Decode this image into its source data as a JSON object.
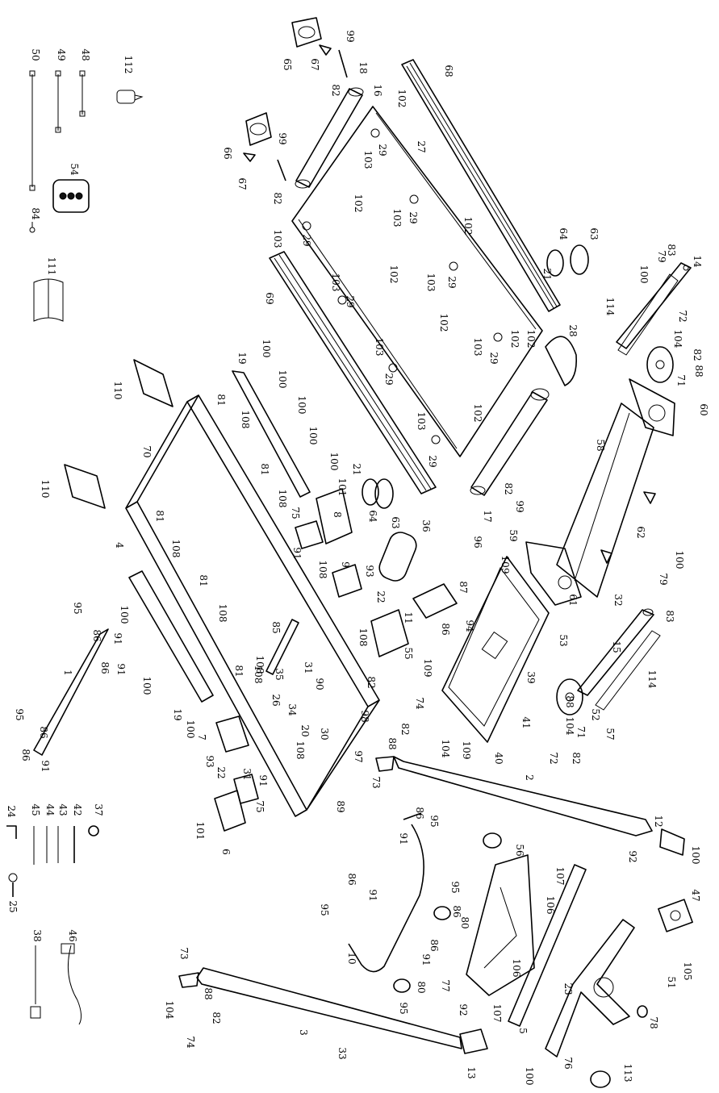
{
  "diagram": {
    "labels": [
      {
        "id": "p50",
        "text": "50"
      },
      {
        "id": "p49",
        "text": "49"
      },
      {
        "id": "p48",
        "text": "48"
      },
      {
        "id": "p112",
        "text": "112"
      },
      {
        "id": "p54",
        "text": "54"
      },
      {
        "id": "p84",
        "text": "84"
      },
      {
        "id": "p111",
        "text": "111"
      },
      {
        "id": "p65",
        "text": "65"
      },
      {
        "id": "p67a",
        "text": "67"
      },
      {
        "id": "p99a",
        "text": "99"
      },
      {
        "id": "p82a",
        "text": "82"
      },
      {
        "id": "p18",
        "text": "18"
      },
      {
        "id": "p66",
        "text": "66"
      },
      {
        "id": "p67b",
        "text": "67"
      },
      {
        "id": "p99b",
        "text": "99"
      },
      {
        "id": "p82b",
        "text": "82"
      },
      {
        "id": "p68",
        "text": "68"
      },
      {
        "id": "p16",
        "text": "16"
      },
      {
        "id": "p102a",
        "text": "102"
      },
      {
        "id": "p29a",
        "text": "29"
      },
      {
        "id": "p103a",
        "text": "103"
      },
      {
        "id": "p27",
        "text": "27"
      },
      {
        "id": "p102b",
        "text": "102"
      },
      {
        "id": "p29b",
        "text": "29"
      },
      {
        "id": "p103b",
        "text": "103"
      },
      {
        "id": "p102c",
        "text": "102"
      },
      {
        "id": "p103c",
        "text": "103"
      },
      {
        "id": "p29c",
        "text": "29"
      },
      {
        "id": "p102d",
        "text": "102"
      },
      {
        "id": "p103d",
        "text": "103"
      },
      {
        "id": "p29d",
        "text": "29"
      },
      {
        "id": "p69",
        "text": "69"
      },
      {
        "id": "p103e",
        "text": "103"
      },
      {
        "id": "p29e",
        "text": "29"
      },
      {
        "id": "p102e",
        "text": "102"
      },
      {
        "id": "p103f",
        "text": "103"
      },
      {
        "id": "p29f",
        "text": "29"
      },
      {
        "id": "p102f",
        "text": "102"
      },
      {
        "id": "p103g",
        "text": "103"
      },
      {
        "id": "p29g",
        "text": "29"
      },
      {
        "id": "p102g",
        "text": "102"
      },
      {
        "id": "p103h",
        "text": "103"
      },
      {
        "id": "p29h",
        "text": "29"
      },
      {
        "id": "p102h",
        "text": "102"
      },
      {
        "id": "p64a",
        "text": "64"
      },
      {
        "id": "p63a",
        "text": "63"
      },
      {
        "id": "p21a",
        "text": "21"
      },
      {
        "id": "p28",
        "text": "28"
      },
      {
        "id": "p83a",
        "text": "83"
      },
      {
        "id": "p79a",
        "text": "79"
      },
      {
        "id": "p100a",
        "text": "100"
      },
      {
        "id": "p14",
        "text": "14"
      },
      {
        "id": "p114a",
        "text": "114"
      },
      {
        "id": "p72a",
        "text": "72"
      },
      {
        "id": "p104a",
        "text": "104"
      },
      {
        "id": "p82c",
        "text": "82"
      },
      {
        "id": "p88a",
        "text": "88"
      },
      {
        "id": "p71a",
        "text": "71"
      },
      {
        "id": "p60",
        "text": "60"
      },
      {
        "id": "p58",
        "text": "58"
      },
      {
        "id": "p17",
        "text": "17"
      },
      {
        "id": "p82d",
        "text": "82"
      },
      {
        "id": "p99c",
        "text": "99"
      },
      {
        "id": "p62",
        "text": "62"
      },
      {
        "id": "p100b",
        "text": "100"
      },
      {
        "id": "p79b",
        "text": "79"
      },
      {
        "id": "p83b",
        "text": "83"
      },
      {
        "id": "p61",
        "text": "61"
      },
      {
        "id": "p32",
        "text": "32"
      },
      {
        "id": "p15",
        "text": "15"
      },
      {
        "id": "p114b",
        "text": "114"
      },
      {
        "id": "p36",
        "text": "36"
      },
      {
        "id": "p96",
        "text": "96"
      },
      {
        "id": "p109a",
        "text": "109"
      },
      {
        "id": "p59",
        "text": "59"
      },
      {
        "id": "p87",
        "text": "87"
      },
      {
        "id": "p86a",
        "text": "86"
      },
      {
        "id": "p94",
        "text": "94"
      },
      {
        "id": "p11",
        "text": "11"
      },
      {
        "id": "p53",
        "text": "53"
      },
      {
        "id": "p39",
        "text": "39"
      },
      {
        "id": "p88b",
        "text": "88"
      },
      {
        "id": "p52",
        "text": "52"
      },
      {
        "id": "p104b",
        "text": "104"
      },
      {
        "id": "p71b",
        "text": "71"
      },
      {
        "id": "p57",
        "text": "57"
      },
      {
        "id": "p41",
        "text": "41"
      },
      {
        "id": "p72b",
        "text": "72"
      },
      {
        "id": "p82e",
        "text": "82"
      },
      {
        "id": "p109b",
        "text": "109"
      },
      {
        "id": "p74a",
        "text": "74"
      },
      {
        "id": "p40",
        "text": "40"
      },
      {
        "id": "p109c",
        "text": "109"
      },
      {
        "id": "p104c",
        "text": "104"
      },
      {
        "id": "p82f",
        "text": "82"
      },
      {
        "id": "p88c",
        "text": "88"
      },
      {
        "id": "p73a",
        "text": "73"
      },
      {
        "id": "p110a",
        "text": "110"
      },
      {
        "id": "p70",
        "text": "70"
      },
      {
        "id": "p110b",
        "text": "110"
      },
      {
        "id": "p19a",
        "text": "19"
      },
      {
        "id": "p100c",
        "text": "100"
      },
      {
        "id": "p100d",
        "text": "100"
      },
      {
        "id": "p100e",
        "text": "100"
      },
      {
        "id": "p100f",
        "text": "100"
      },
      {
        "id": "p100g",
        "text": "100"
      },
      {
        "id": "p81a",
        "text": "81"
      },
      {
        "id": "p108a",
        "text": "108"
      },
      {
        "id": "p81b",
        "text": "81"
      },
      {
        "id": "p108b",
        "text": "108"
      },
      {
        "id": "p81c",
        "text": "81"
      },
      {
        "id": "p108c",
        "text": "108"
      },
      {
        "id": "p81d",
        "text": "81"
      },
      {
        "id": "p108d",
        "text": "108"
      },
      {
        "id": "p81e",
        "text": "81"
      },
      {
        "id": "p108e",
        "text": "108"
      },
      {
        "id": "p4",
        "text": "4"
      },
      {
        "id": "p21b",
        "text": "21"
      },
      {
        "id": "p101a",
        "text": "101"
      },
      {
        "id": "p8",
        "text": "8"
      },
      {
        "id": "p64b",
        "text": "64"
      },
      {
        "id": "p63b",
        "text": "63"
      },
      {
        "id": "p75a",
        "text": "75"
      },
      {
        "id": "p91a",
        "text": "91"
      },
      {
        "id": "p108f",
        "text": "108"
      },
      {
        "id": "p9a",
        "text": "9"
      },
      {
        "id": "p93a",
        "text": "93"
      },
      {
        "id": "p22a",
        "text": "22"
      },
      {
        "id": "p55",
        "text": "55"
      },
      {
        "id": "p108g",
        "text": "108"
      },
      {
        "id": "p85",
        "text": "85"
      },
      {
        "id": "p31a",
        "text": "31"
      },
      {
        "id": "p35",
        "text": "35"
      },
      {
        "id": "p108h",
        "text": "108"
      },
      {
        "id": "p26",
        "text": "26"
      },
      {
        "id": "p34",
        "text": "34"
      },
      {
        "id": "p90",
        "text": "90"
      },
      {
        "id": "p20",
        "text": "20"
      },
      {
        "id": "p30",
        "text": "30"
      },
      {
        "id": "p82g",
        "text": "82"
      },
      {
        "id": "p98",
        "text": "98"
      },
      {
        "id": "p97",
        "text": "97"
      },
      {
        "id": "p89",
        "text": "89"
      },
      {
        "id": "p108i",
        "text": "108"
      },
      {
        "id": "p95a",
        "text": "95"
      },
      {
        "id": "p100h",
        "text": "100"
      },
      {
        "id": "p86b",
        "text": "86"
      },
      {
        "id": "p91b",
        "text": "91"
      },
      {
        "id": "p86c",
        "text": "86"
      },
      {
        "id": "p91c",
        "text": "91"
      },
      {
        "id": "p1",
        "text": "1"
      },
      {
        "id": "p100i",
        "text": "100"
      },
      {
        "id": "p19b",
        "text": "19"
      },
      {
        "id": "p100j",
        "text": "100"
      },
      {
        "id": "p95b",
        "text": "95"
      },
      {
        "id": "p86d",
        "text": "86"
      },
      {
        "id": "p91d",
        "text": "91"
      },
      {
        "id": "p86e",
        "text": "86"
      },
      {
        "id": "p7",
        "text": "7"
      },
      {
        "id": "p93b",
        "text": "93"
      },
      {
        "id": "p22b",
        "text": "22"
      },
      {
        "id": "p31b",
        "text": "31"
      },
      {
        "id": "p91e",
        "text": "91"
      },
      {
        "id": "p75b",
        "text": "75"
      },
      {
        "id": "p101b",
        "text": "101"
      },
      {
        "id": "p6",
        "text": "6"
      },
      {
        "id": "p37",
        "text": "37"
      },
      {
        "id": "p42",
        "text": "42"
      },
      {
        "id": "p43",
        "text": "43"
      },
      {
        "id": "p44",
        "text": "44"
      },
      {
        "id": "p45",
        "text": "45"
      },
      {
        "id": "p24",
        "text": "24"
      },
      {
        "id": "p25",
        "text": "25"
      },
      {
        "id": "p46",
        "text": "46"
      },
      {
        "id": "p38",
        "text": "38"
      },
      {
        "id": "p73b",
        "text": "73"
      },
      {
        "id": "p104d",
        "text": "104"
      },
      {
        "id": "p88d",
        "text": "88"
      },
      {
        "id": "p82h",
        "text": "82"
      },
      {
        "id": "p74b",
        "text": "74"
      },
      {
        "id": "p3",
        "text": "3"
      },
      {
        "id": "p33",
        "text": "33"
      },
      {
        "id": "p92a",
        "text": "92"
      },
      {
        "id": "p13",
        "text": "13"
      },
      {
        "id": "p100k",
        "text": "100"
      },
      {
        "id": "p86f",
        "text": "86"
      },
      {
        "id": "p95c",
        "text": "95"
      },
      {
        "id": "p91f",
        "text": "91"
      },
      {
        "id": "p86g",
        "text": "86"
      },
      {
        "id": "p91g",
        "text": "91"
      },
      {
        "id": "p95d",
        "text": "95"
      },
      {
        "id": "p10",
        "text": "10"
      },
      {
        "id": "p95e",
        "text": "95"
      },
      {
        "id": "p86h",
        "text": "86"
      },
      {
        "id": "p80a",
        "text": "80"
      },
      {
        "id": "p86i",
        "text": "86"
      },
      {
        "id": "p91h",
        "text": "91"
      },
      {
        "id": "p80b",
        "text": "80"
      },
      {
        "id": "p95f",
        "text": "95"
      },
      {
        "id": "p56",
        "text": "56"
      },
      {
        "id": "p77",
        "text": "77"
      },
      {
        "id": "p107a",
        "text": "107"
      },
      {
        "id": "p106a",
        "text": "106"
      },
      {
        "id": "p106b",
        "text": "106"
      },
      {
        "id": "p107b",
        "text": "107"
      },
      {
        "id": "p2",
        "text": "2"
      },
      {
        "id": "p12",
        "text": "12"
      },
      {
        "id": "p92b",
        "text": "92"
      },
      {
        "id": "p100l",
        "text": "100"
      },
      {
        "id": "p47",
        "text": "47"
      },
      {
        "id": "p105",
        "text": "105"
      },
      {
        "id": "p51",
        "text": "51"
      },
      {
        "id": "p23",
        "text": "23"
      },
      {
        "id": "p5",
        "text": "5"
      },
      {
        "id": "p78",
        "text": "78"
      },
      {
        "id": "p76",
        "text": "76"
      },
      {
        "id": "p113",
        "text": "113"
      }
    ]
  }
}
